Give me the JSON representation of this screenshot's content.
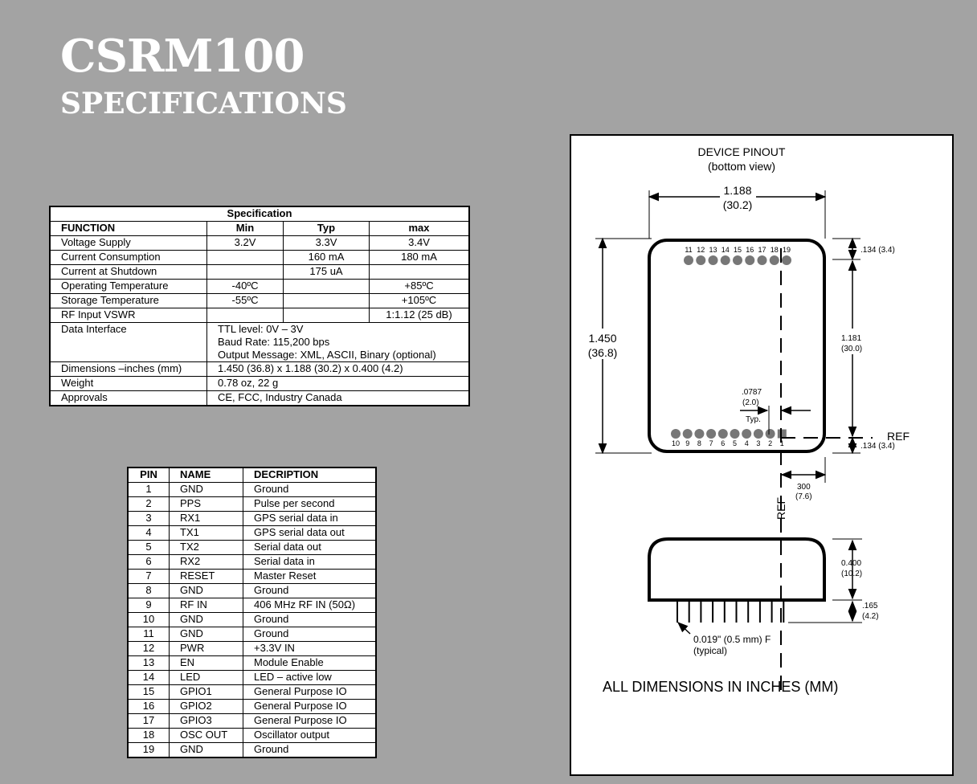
{
  "header": {
    "title": "CSRM100",
    "subtitle": "SPECIFICATIONS"
  },
  "spec_table": {
    "caption": "Specification",
    "columns": [
      "FUNCTION",
      "Min",
      "Typ",
      "max"
    ],
    "rows": [
      [
        "Voltage Supply",
        "3.2V",
        "3.3V",
        "3.4V"
      ],
      [
        "Current Consumption",
        "",
        "160 mA",
        "180 mA"
      ],
      [
        "Current at Shutdown",
        "",
        "175 uA",
        ""
      ],
      [
        "Operating Temperature",
        "-40ºC",
        "",
        "+85ºC"
      ],
      [
        "Storage Temperature",
        "-55ºC",
        "",
        "+105ºC"
      ],
      [
        "RF Input VSWR",
        "",
        "",
        "1:1.12 (25 dB)"
      ]
    ],
    "data_interface": {
      "label": "Data Interface",
      "lines": [
        "TTL level:  0V – 3V",
        "Baud Rate: 115,200 bps",
        "Output Message: XML, ASCII, Binary (optional)"
      ]
    },
    "wide_rows": [
      [
        "Dimensions –inches (mm)",
        "1.450 (36.8) x 1.188 (30.2) x 0.400 (4.2)"
      ],
      [
        "Weight",
        "0.78 oz, 22 g"
      ],
      [
        "Approvals",
        "CE, FCC, Industry Canada"
      ]
    ]
  },
  "pin_table": {
    "columns": [
      "PIN",
      "NAME",
      "DECRIPTION"
    ],
    "rows": [
      [
        "1",
        "GND",
        "Ground"
      ],
      [
        "2",
        "PPS",
        "Pulse per second"
      ],
      [
        "3",
        "RX1",
        "GPS serial data in"
      ],
      [
        "4",
        "TX1",
        "GPS serial data out"
      ],
      [
        "5",
        "TX2",
        "Serial data out"
      ],
      [
        "6",
        "RX2",
        "Serial data in"
      ],
      [
        "7",
        "RESET",
        "Master Reset"
      ],
      [
        "8",
        "GND",
        "Ground"
      ],
      [
        "9",
        "RF IN",
        "406 MHz RF IN (50Ω)"
      ],
      [
        "10",
        "GND",
        "Ground"
      ],
      [
        "11",
        "GND",
        "Ground"
      ],
      [
        "12",
        "PWR",
        "+3.3V IN"
      ],
      [
        "13",
        "EN",
        "Module Enable"
      ],
      [
        "14",
        "LED",
        "LED – active low"
      ],
      [
        "15",
        "GPIO1",
        "General Purpose IO"
      ],
      [
        "16",
        "GPIO2",
        "General Purpose IO"
      ],
      [
        "17",
        "GPIO3",
        "General Purpose IO"
      ],
      [
        "18",
        "OSC OUT",
        "Oscillator output"
      ],
      [
        "19",
        "GND",
        "Ground"
      ]
    ]
  },
  "diagram": {
    "title": "DEVICE PINOUT",
    "subtitle": "(bottom view)",
    "width_in": "1.188",
    "width_mm": "(30.2)",
    "height_in": "1.450",
    "height_mm": "(36.8)",
    "inner_height_in": "1.181",
    "inner_height_mm": "(30.0)",
    "edge_top": ".134 (3.4)",
    "edge_bottom": ".134 (3.4)",
    "pitch_in": ".0787",
    "pitch_mm": "(2.0)",
    "pitch_note": "Typ.",
    "ref_label": "REF",
    "offset_in": "300",
    "offset_mm": "(7.6)",
    "ref_vertical": "REF",
    "depth_in": "0.400",
    "depth_mm": "(10.2)",
    "lead_in": ".165",
    "lead_mm": "(4.2)",
    "pin_dim": "0.019\" (0.5 mm) F",
    "pin_note": "(typical)",
    "top_pins": [
      "11",
      "12",
      "13",
      "14",
      "15",
      "16",
      "17",
      "18",
      "19"
    ],
    "bottom_pins": [
      "10",
      "9",
      "8",
      "7",
      "6",
      "5",
      "4",
      "3",
      "2",
      "1"
    ],
    "footer": "ALL DIMENSIONS IN INCHES (MM)"
  }
}
